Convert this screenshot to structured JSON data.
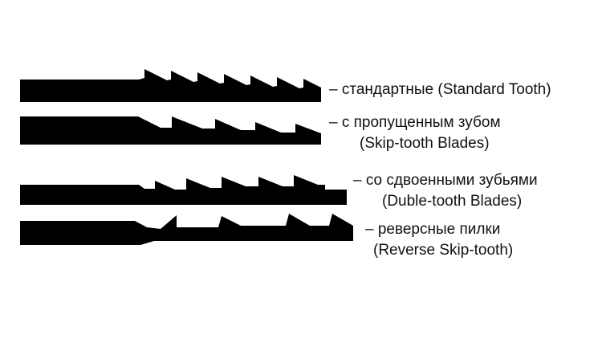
{
  "colors": {
    "blade": "#000000",
    "background": "#ffffff",
    "text": "#111111"
  },
  "blades": [
    {
      "id": "standard",
      "label_line1": "– стандартные (Standard Tooth)",
      "label_line2": ""
    },
    {
      "id": "skip-tooth",
      "label_line1": "– с пропущенным зубом",
      "label_line2": "(Skip-tooth Blades)"
    },
    {
      "id": "double-tooth",
      "label_line1": "– со сдвоенными зубьями",
      "label_line2": "(Duble-tooth Blades)"
    },
    {
      "id": "reverse-skip-tooth",
      "label_line1": "– реверсные пилки",
      "label_line2": "(Reverse Skip-tooth)"
    }
  ]
}
